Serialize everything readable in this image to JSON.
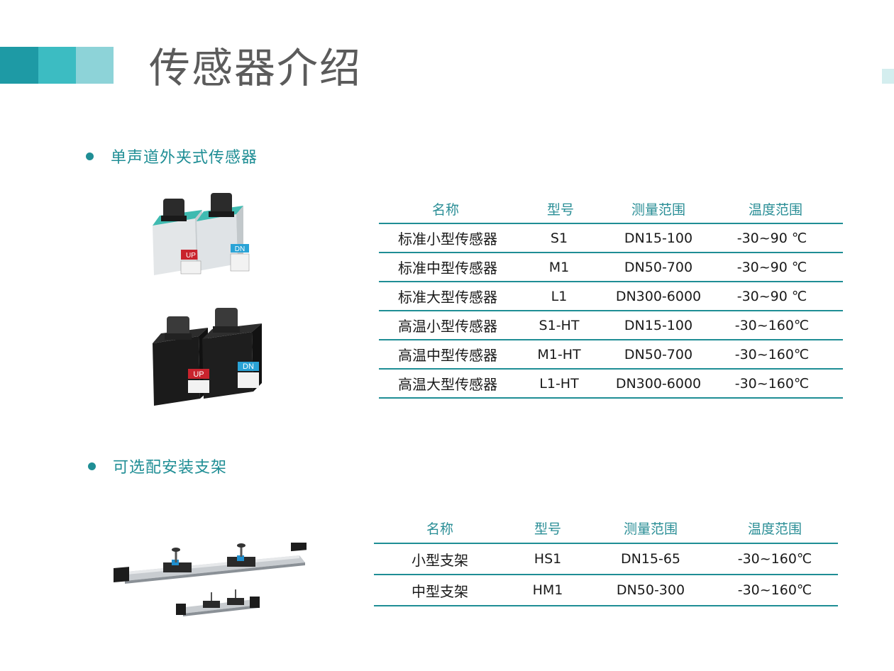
{
  "page": {
    "title": "传感器介绍"
  },
  "sensors": {
    "heading": "单声道外夹式传感器",
    "headers": [
      "名称",
      "型号",
      "测量范围",
      "温度范围"
    ],
    "rows": [
      [
        "标准小型传感器",
        "S1",
        "DN15-100",
        "-30~90 ℃"
      ],
      [
        "标准中型传感器",
        "M1",
        "DN50-700",
        "-30~90 ℃"
      ],
      [
        "标准大型传感器",
        "L1",
        "DN300-6000",
        "-30~90 ℃"
      ],
      [
        "高温小型传感器",
        "S1-HT",
        "DN15-100",
        "-30~160℃"
      ],
      [
        "高温中型传感器",
        "M1-HT",
        "DN50-700",
        "-30~160℃"
      ],
      [
        "高温大型传感器",
        "L1-HT",
        "DN300-6000",
        "-30~160℃"
      ]
    ],
    "product_labels": {
      "up": "UP",
      "dn": "DN"
    }
  },
  "brackets": {
    "heading": "可选配安装支架",
    "headers": [
      "名称",
      "型号",
      "测量范围",
      "温度范围"
    ],
    "rows": [
      [
        "小型支架",
        "HS1",
        "DN15-65",
        "-30~160℃"
      ],
      [
        "中型支架",
        "HM1",
        "DN50-300",
        "-30~160℃"
      ]
    ]
  },
  "colors": {
    "accent": "#1f8e95",
    "stripe_dark": "#1e9aa5",
    "stripe_mid": "#3cbcc2",
    "stripe_light": "#8dd3d8",
    "title_gray": "#5b5b5b"
  },
  "icons": [
    "bullet-dot-icon",
    "sensor-teal-image",
    "sensor-black-image",
    "bracket-image"
  ]
}
